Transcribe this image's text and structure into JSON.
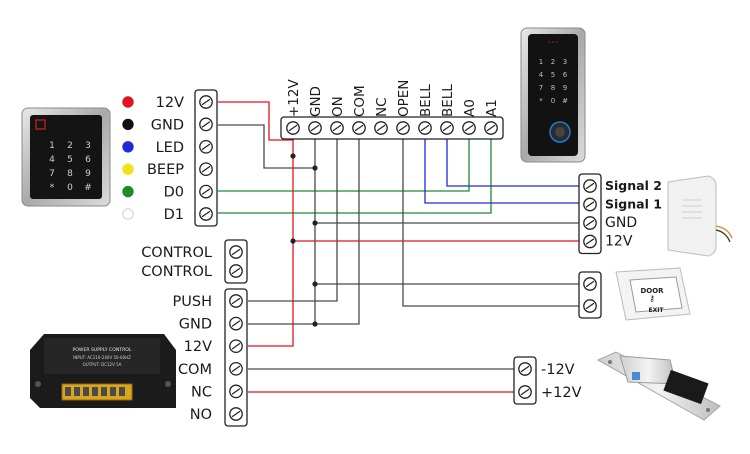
{
  "reader_terminals": [
    "12V",
    "GND",
    "LED",
    "BEEP",
    "D0",
    "D1"
  ],
  "reader_dot_colors": [
    "#e3141b",
    "#111111",
    "#1f2bd6",
    "#f2e21b",
    "#1d8a2e",
    "#ffffff"
  ],
  "controller_terminals": [
    "+12V",
    "GND",
    "ON",
    "COM",
    "NC",
    "OPEN",
    "BELL",
    "BELL",
    "A0",
    "A1"
  ],
  "control_terminals": [
    "CONTROL",
    "CONTROL"
  ],
  "power_terminals": [
    "PUSH",
    "GND",
    "12V",
    "COM",
    "NC",
    "NO"
  ],
  "bell_terminals": [
    "Signal 2",
    "Signal 1",
    "GND",
    "12V"
  ],
  "lock_terminals": [
    "-12V",
    "+12V"
  ],
  "power_supply": {
    "title": "POWER SUPPLY CONTROL",
    "input": "INPUT: AC110-240V 50-60HZ",
    "output": "OUTPUT: DC12V 5A"
  },
  "exit_button": {
    "line1": "DOOR",
    "line2": "EXIT"
  },
  "wire_colors": {
    "red": "#e3141b",
    "black": "#4a4a4a",
    "blue": "#1f2bd6",
    "green": "#1d8a2e"
  }
}
